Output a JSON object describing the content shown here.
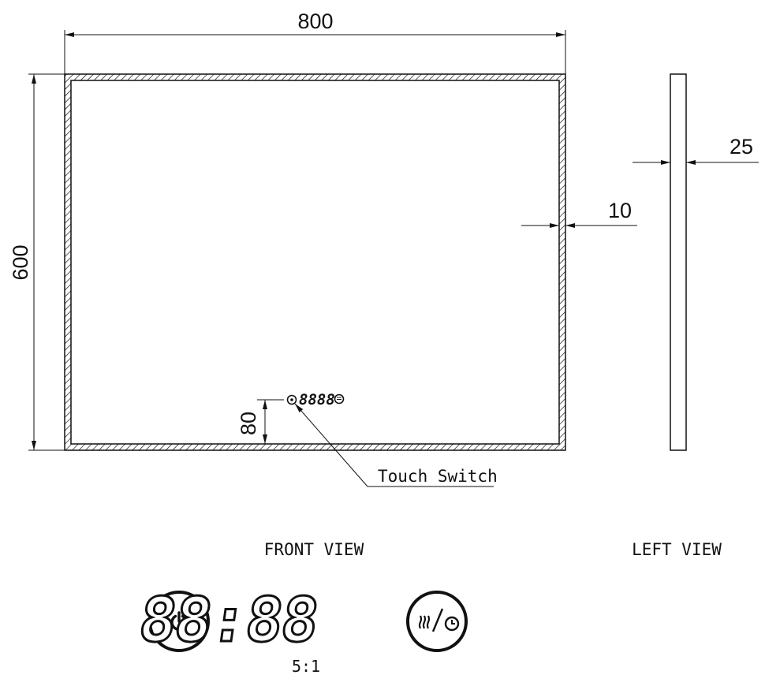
{
  "dimensions": {
    "width": "800",
    "height": "600",
    "frame_inset": "10",
    "depth": "25",
    "switch_height": "80"
  },
  "callout": {
    "touch_switch": "Touch Switch"
  },
  "views": {
    "front": "FRONT VIEW",
    "left": "LEFT VIEW"
  },
  "detail": {
    "clock_digits": "88:88",
    "mini_digits": "8888",
    "scale": "5:1",
    "power_icon": "power-icon",
    "heat_timer_icon": "heat-timer-icon"
  }
}
